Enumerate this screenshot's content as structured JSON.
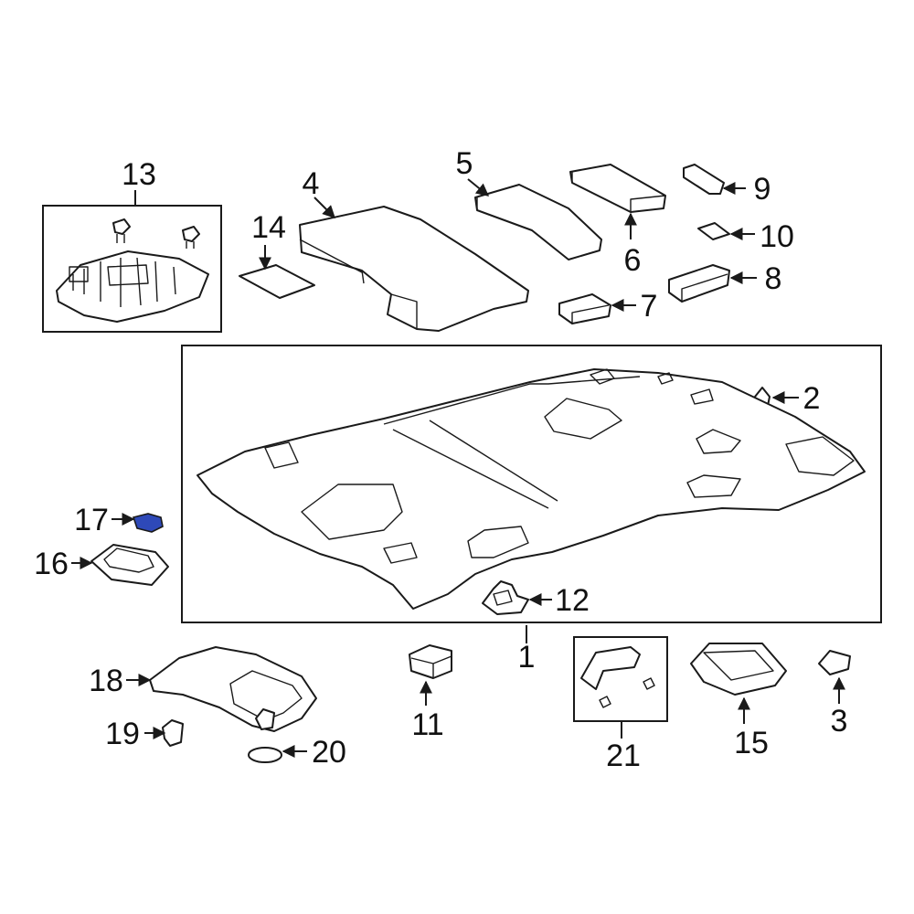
{
  "diagram": {
    "highlight_color": "#2e49b8",
    "line_color": "#1a1a1a",
    "callouts": {
      "c1": "1",
      "c2": "2",
      "c3": "3",
      "c4": "4",
      "c5": "5",
      "c6": "6",
      "c7": "7",
      "c8": "8",
      "c9": "9",
      "c10": "10",
      "c11": "11",
      "c12": "12",
      "c13": "13",
      "c14": "14",
      "c15": "15",
      "c16": "16",
      "c17": "17",
      "c18": "18",
      "c19": "19",
      "c20": "20",
      "c21": "21"
    }
  }
}
